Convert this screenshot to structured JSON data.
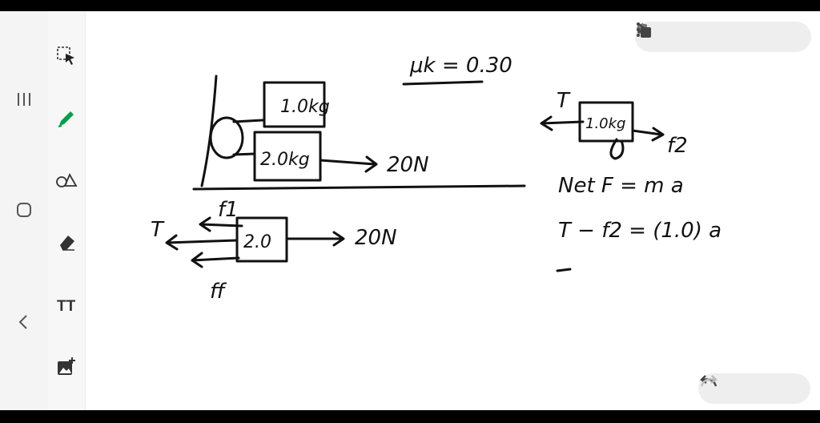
{
  "app": {
    "accent": "#00a04a",
    "tool_active": "pen"
  },
  "nav": {
    "icons": [
      "menu-icon",
      "home-icon",
      "back-icon"
    ]
  },
  "toolbar": {
    "tools": [
      "lasso-select",
      "pen",
      "shapes",
      "eraser",
      "text",
      "insert-image"
    ],
    "text_tool_glyph": "TT"
  },
  "top_controls": [
    "prev-page",
    "pages",
    "next-page",
    "more"
  ],
  "bottom_controls": [
    "undo",
    "redo"
  ],
  "handwriting": {
    "mu_k": "μk = 0.30",
    "top_block": "1.0kg",
    "bottom_block": "2.0kg",
    "applied_force": "20N",
    "fbd_left_block": "2.0",
    "fbd_left_force": "20N",
    "tension_left": "T",
    "friction_1": "f1",
    "friction_f": "ff",
    "tension_right": "T",
    "fbd_right_block": "1.0kg",
    "friction_2": "f2",
    "eq_1": "Net F = m a",
    "eq_2": "T − f2 = (1.0) a"
  }
}
